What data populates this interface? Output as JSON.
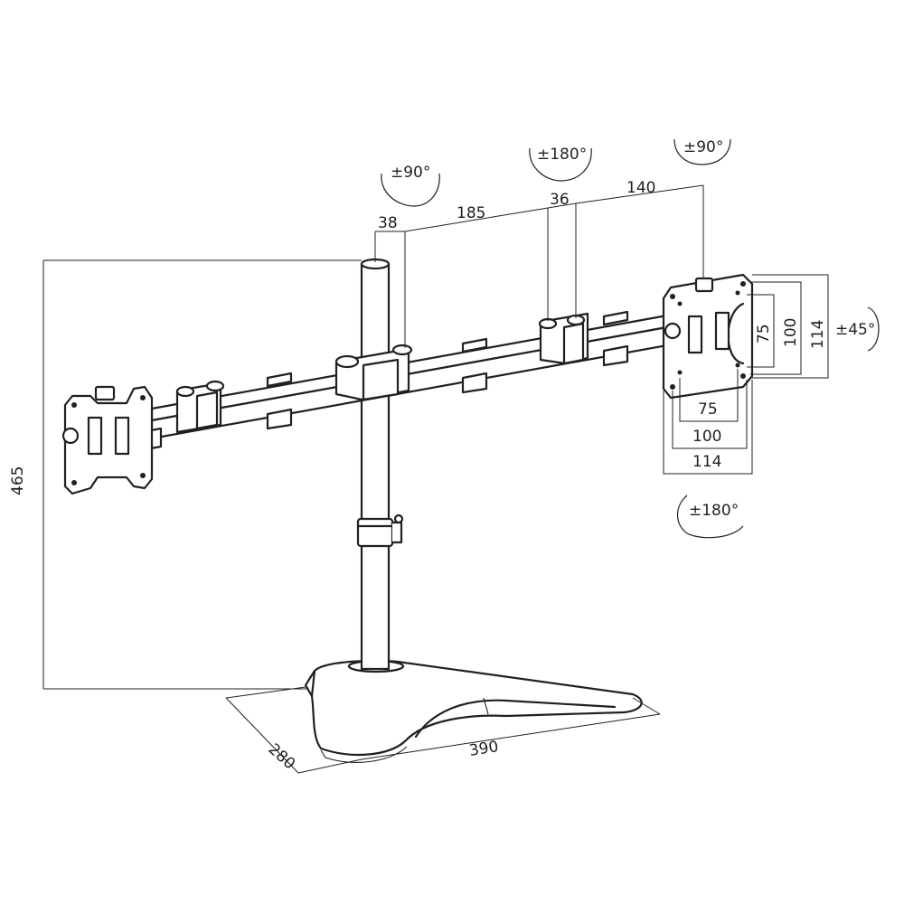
{
  "dimensions": {
    "height_total": "465",
    "pole_offset": "38",
    "arm_inner": "185",
    "arm_joint": "36",
    "arm_outer": "140",
    "base_depth": "280",
    "base_width": "390",
    "vesa_small_w": "75",
    "vesa_mid_w": "100",
    "vesa_large_w": "114",
    "vesa_small_h": "75",
    "vesa_mid_h": "100",
    "vesa_large_h": "114"
  },
  "rotations": {
    "pole_swivel": "±90°",
    "elbow_swivel": "±180°",
    "head_swivel": "±90°",
    "tilt": "±45°",
    "rotate": "±180°"
  },
  "colors": {
    "line": "#231f20",
    "background": "#ffffff"
  }
}
